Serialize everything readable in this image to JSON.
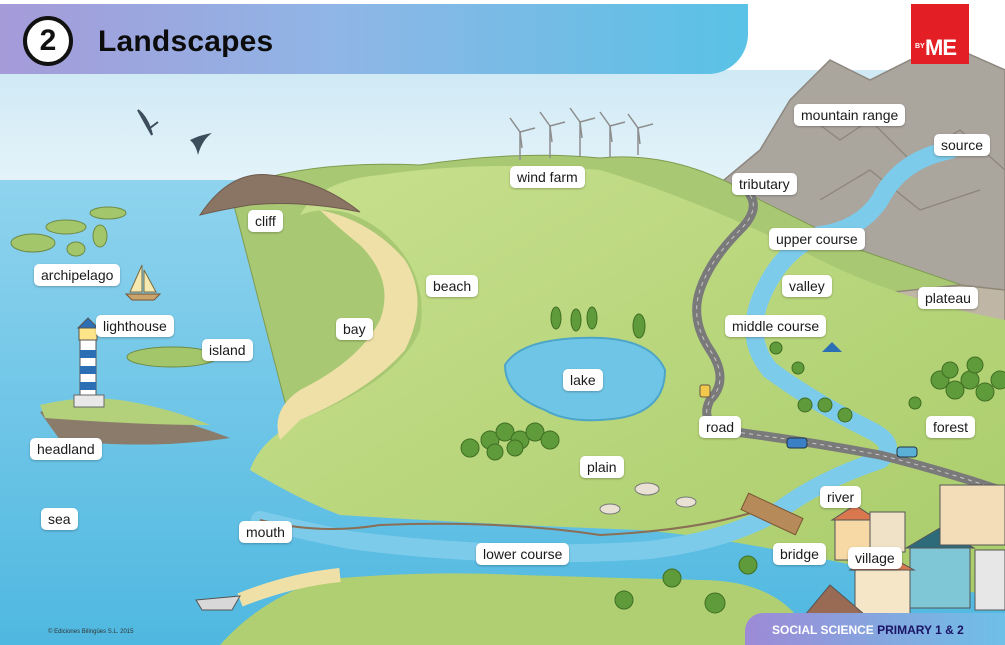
{
  "header": {
    "unit_number": "2",
    "title": "Landscapes"
  },
  "logo": {
    "small_text": "BY",
    "main_text": "ME"
  },
  "labels": {
    "wind_farm": "wind farm",
    "mountain_range": "mountain range",
    "source": "source",
    "tributary": "tributary",
    "cliff": "cliff",
    "upper_course": "upper course",
    "archipelago": "archipelago",
    "beach": "beach",
    "valley": "valley",
    "plateau": "plateau",
    "lighthouse": "lighthouse",
    "bay": "bay",
    "middle_course": "middle course",
    "island": "island",
    "lake": "lake",
    "road": "road",
    "forest": "forest",
    "headland": "headland",
    "plain": "plain",
    "river": "river",
    "sea": "sea",
    "mouth": "mouth",
    "lower_course": "lower course",
    "bridge": "bridge",
    "village": "village"
  },
  "footer": {
    "subject": "SOCIAL SCIENCE",
    "level": "PRIMARY 1 & 2",
    "copyright": "© Ediciones Bilingües S.L. 2015"
  },
  "colors": {
    "sea": "#5cc0e2",
    "sky": "#d9eef7",
    "grass": "#b9d67a",
    "mountain": "#a9a39b",
    "river": "#6cc6ea",
    "logo_red": "#e31e24"
  }
}
